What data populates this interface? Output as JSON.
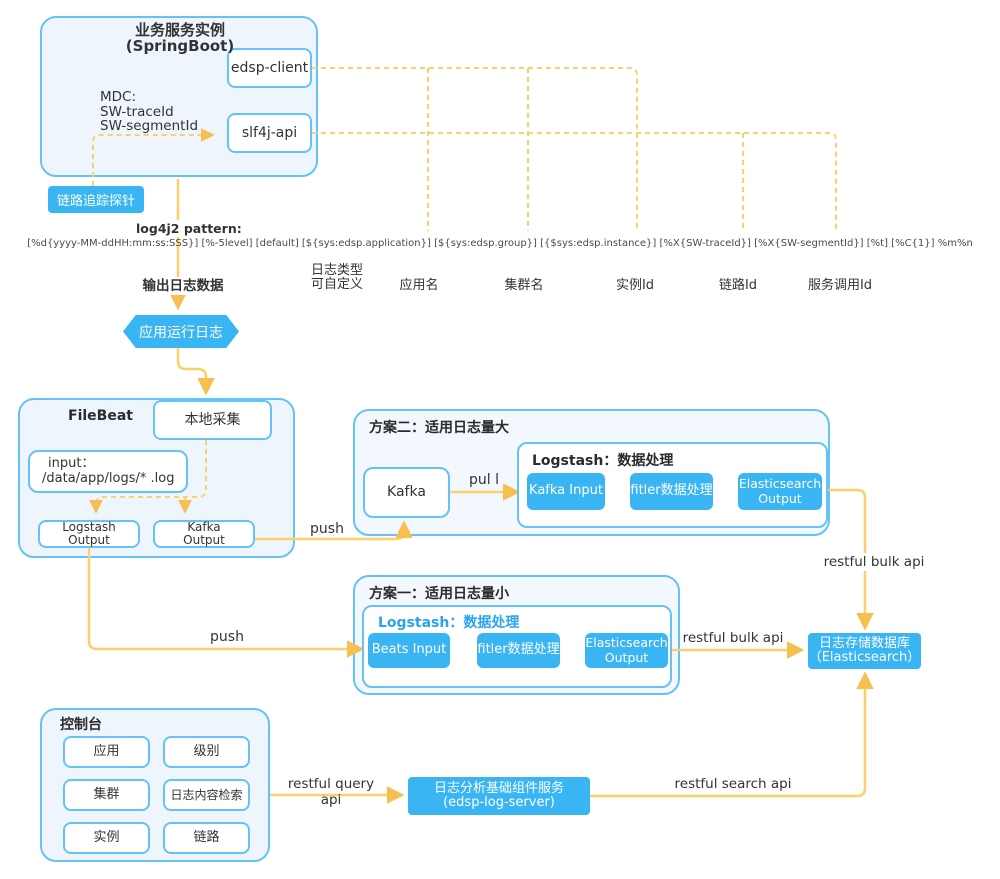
{
  "colors": {
    "accent_blue": "#3ab5f3",
    "border_blue": "#64c3f6",
    "panel_fill": "#eef5fc",
    "line_yellow": "#fbd06a",
    "arrow_yellow": "#f6bf4f",
    "text_dark": "#333333",
    "blue_text": "#2ba3ef"
  },
  "springboot": {
    "title_line1": "业务服务实例",
    "title_line2": "(SpringBoot)",
    "mdc_line1": "MDC:",
    "mdc_line2": "SW-traceId",
    "mdc_line3": "SW-segmentId",
    "client_box": "edsp-client",
    "slf4j_box": "slf4j-api"
  },
  "trace_badge": {
    "label": "链路追踪探针"
  },
  "log_pattern": {
    "label": "log4j2 pattern:",
    "pattern": "[%d{yyyy-MM-ddHH:mm:ss:SSS}] [%-5level] [default] [${sys:edsp.application}] [${sys:edsp.group}] [{$sys:edsp.instance}] [%X{SW-traceId}] [%X{SW-segmentId}] [%t] [%C{1}] %m%n"
  },
  "flow_labels": {
    "output_log": "输出日志数据",
    "log_type_line1": "日志类型",
    "log_type_line2": "可自定义",
    "app_name": "应用名",
    "cluster_name": "集群名",
    "instance_id": "实例Id",
    "trace_id": "链路Id",
    "service_call_id": "服务调用Id"
  },
  "hexagon": {
    "label": "应用运行日志"
  },
  "filebeat": {
    "title": "FileBeat",
    "collect_box": "本地采集",
    "input_line1": "input：",
    "input_line2": "/data/app/logs/* .log",
    "logstash_output": "Logstash Output",
    "kafka_output": "Kafka Output"
  },
  "scheme2": {
    "title": "方案二：适用日志量大",
    "kafka_box": "Kafka",
    "pull_label": "pul l",
    "push_label": "push",
    "logstash_title": "Logstash：数据处理",
    "nodes": [
      "Kafka Input",
      "fitler数据处理",
      "Elasticsearch Output"
    ]
  },
  "scheme1": {
    "title": "方案一：适用日志量小",
    "push_label": "push",
    "logstash_title": "Logstash：数据处理",
    "nodes": [
      "Beats Input",
      "fitler数据处理",
      "Elasticsearch Output"
    ]
  },
  "es_store": {
    "line1": "日志存储数据库",
    "line2": "（Elasticsearch）"
  },
  "console": {
    "title": "控制台",
    "items": [
      "应用",
      "级别",
      "集群",
      "日志内容检索",
      "实例",
      "链路"
    ]
  },
  "log_server": {
    "line1": "日志分析基础组件服务",
    "line2": "(edsp-log-server)"
  },
  "api_labels": {
    "bulk_top": "restful bulk api",
    "bulk_bottom": "restful bulk api",
    "query": "restful query api",
    "search": "restful search api"
  }
}
